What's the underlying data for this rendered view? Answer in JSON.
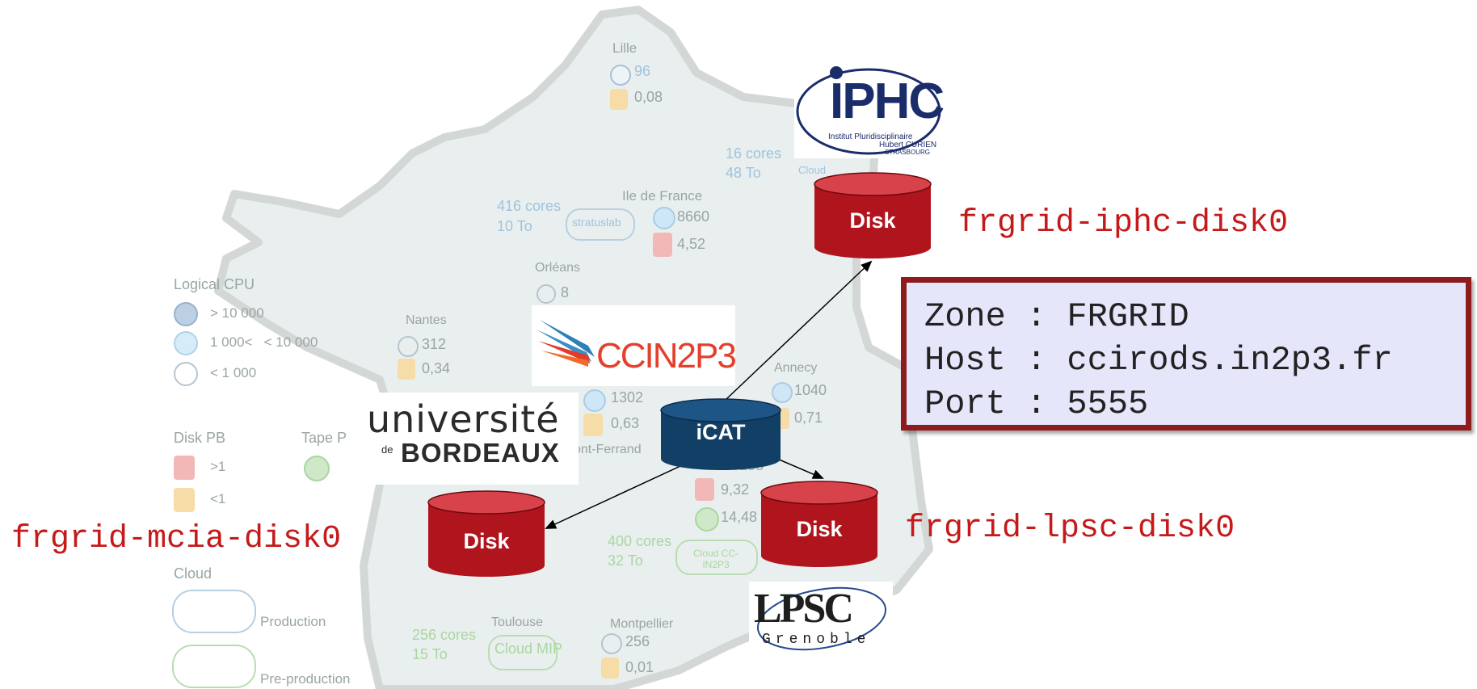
{
  "colors": {
    "disk_red": "#b0141d",
    "disk_red_top": "#d8434b",
    "icat_blue": "#123f66",
    "label_red": "#c41a1a",
    "box_border": "#8e1c1c",
    "box_fill": "#e5e6fa",
    "map_fill": "#e9efee",
    "map_outline": "#cfd4d3"
  },
  "background_map": {
    "cities": [
      {
        "name": "Lille",
        "cpu": "96",
        "disk": "0,08"
      },
      {
        "name": "Ile de France",
        "cpu": "8660",
        "disk": "4,52"
      },
      {
        "name": "Orléans",
        "cpu": "8"
      },
      {
        "name": "Nantes",
        "cpu": "312",
        "disk": "0,34"
      },
      {
        "name": "Annecy",
        "cpu": "1040",
        "disk": "0,71"
      },
      {
        "name": "1302",
        "disk": "0,63"
      },
      {
        "name": "ont-Ferrand"
      },
      {
        "name": "10288",
        "disk": "9,32",
        "tape": "14,48"
      },
      {
        "name": "Toulouse"
      },
      {
        "name": "Montpellier",
        "cpu": "256",
        "disk": "0,01"
      }
    ],
    "clouds": [
      {
        "cores": "16 cores",
        "storage": "48 To",
        "label": "Cloud"
      },
      {
        "cores": "416 cores",
        "storage": "10 To",
        "label": "stratuslab"
      },
      {
        "cores": "400 cores",
        "storage": "32 To",
        "label": "Cloud CC-IN2P3"
      },
      {
        "cores": "256 cores",
        "storage": "15 To",
        "label": "Cloud MIP"
      }
    ],
    "legend": {
      "cpu_title": "Logical CPU",
      "cpu_items": [
        "> 10 000",
        "1 000<   < 10 000",
        "< 1 000"
      ],
      "disk_title": "Disk PB",
      "disk_items": [
        ">1",
        "<1"
      ],
      "tape_title": "Tape P",
      "cloud_title": "Cloud",
      "cloud_items": [
        "Production",
        "Pre-production"
      ]
    }
  },
  "logos": {
    "iphc": {
      "main": "IPHC",
      "line1": "Institut Pluridisciplinaire",
      "line2": "Hubert CURIEN",
      "line3": "STRASBOURG"
    },
    "ccin2p3": {
      "text": "CCIN2P3"
    },
    "bordeaux": {
      "line1": "université",
      "line2": "de",
      "line3": "BORDEAUX"
    },
    "lpsc": {
      "main": "LPSC",
      "sub": "Grenoble"
    }
  },
  "diagram": {
    "icat_label": "iCAT",
    "disks": [
      {
        "id": "iphc",
        "label": "Disk",
        "resource": "frgrid-iphc-disk0"
      },
      {
        "id": "mcia",
        "label": "Disk",
        "resource": "frgrid-mcia-disk0"
      },
      {
        "id": "lpsc",
        "label": "Disk",
        "resource": "frgrid-lpsc-disk0"
      }
    ]
  },
  "info_box": {
    "zone": "Zone : FRGRID",
    "host": "Host : ccirods.in2p3.fr",
    "port": "Port : 5555"
  }
}
